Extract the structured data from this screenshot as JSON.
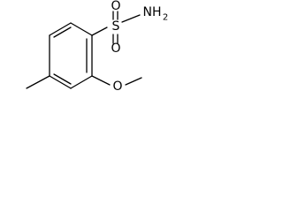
{
  "molecule": {
    "atoms": {
      "sulfur": "S",
      "oxygen_top": "O",
      "oxygen_bottom": "O",
      "amine": "NH",
      "amine_subscript": "2",
      "methoxy_oxygen": "O"
    }
  }
}
